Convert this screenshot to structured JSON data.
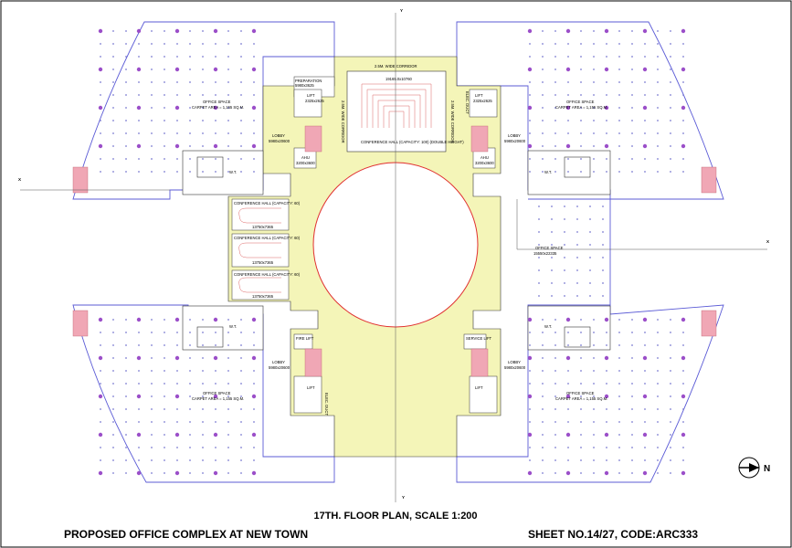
{
  "axes": {
    "y_top": "Y",
    "y_bottom": "Y",
    "x_left": "X",
    "x_right": "X",
    "north": "N"
  },
  "rooms": {
    "corridor": "2.5M. WIDE CORRIDOR",
    "corridor_left": "2.5M. WIDE CORRIDOR",
    "corridor_right": "2.5M. WIDE CORRIDOR",
    "conf_dims": "19165.0x10760",
    "conf_main": "CONFERENCE HALL (CAPACITY: 100) (DOUBLE HEIGHT)",
    "prep": "PREPARATION",
    "prep_dims": "5980x3625",
    "lift": "LIFT",
    "lift_dims": "2325x2625",
    "elec": "ELEC. DUCT",
    "lobby": "LOBBY",
    "lobby_dims": "5980x20600",
    "ahu": "AHU",
    "ahu_dims": "3200x3600",
    "ch60": "CONFERENCE HALL (CAPACITY: 60)",
    "ch60_dims": "13750x7365",
    "fire_lift": "FIRE LIFT",
    "service_lift": "SERVICE LIFT",
    "wc": "W.T.",
    "office_space": "OFFICE SPACE",
    "carpet": "CARPET AREA = 1,155 SQ.M.",
    "office_dims": "15550x22335"
  },
  "title": {
    "plan": "17TH. FLOOR PLAN, SCALE 1:200",
    "project": "PROPOSED OFFICE COMPLEX AT NEW TOWN",
    "sheet": "SHEET NO.14/27, CODE:ARC333"
  },
  "colors": {
    "outline": "#5b5bd6",
    "column": "#9b4fc9",
    "core_fill": "#f4f5b8",
    "atrium": "#e03030",
    "stair": "#f0a7b5"
  }
}
